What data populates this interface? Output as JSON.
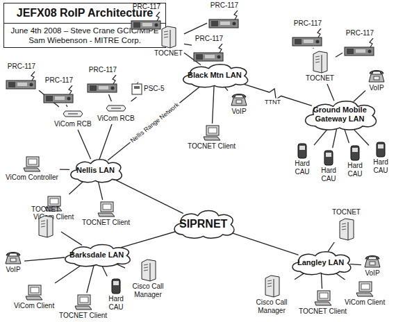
{
  "diagram": {
    "title": "JEFX08 RoIP Architecture",
    "nodes": [
      {
        "text": [
          "Nellis LAN"
        ]
      },
      {
        "text": [
          "Black Mtn LAN"
        ]
      },
      {
        "text": [
          "Ground Mobile Gateway LAN"
        ]
      },
      {
        "text": [
          "SIPRNET"
        ]
      },
      {
        "text": [
          "Barksdale LAN"
        ]
      },
      {
        "text": [
          "Langley LAN"
        ]
      },
      {
        "text": [
          "PRC-117"
        ]
      },
      {
        "text": [
          "PRC-117"
        ]
      },
      {
        "text": [
          "PRC-117"
        ]
      },
      {
        "text": [
          "ViCom RCB"
        ]
      },
      {
        "text": [
          "ViCom RCB"
        ]
      },
      {
        "text": [
          "PSC-5"
        ]
      },
      {
        "text": [
          "ViCom Controller"
        ]
      },
      {
        "text": [
          "ViCom Client"
        ]
      },
      {
        "text": [
          "TOCNET Client"
        ]
      },
      {
        "text": [
          "PRC-117"
        ]
      },
      {
        "text": [
          "PRC-117"
        ]
      },
      {
        "text": [
          "PRC-117"
        ]
      },
      {
        "text": [
          "TOCNET"
        ]
      },
      {
        "text": [
          "VoIP"
        ]
      },
      {
        "text": [
          "TOCNET Client"
        ]
      },
      {
        "text": [
          "PRC-117"
        ]
      },
      {
        "text": [
          "PRC-117"
        ]
      },
      {
        "text": [
          "TOCNET"
        ]
      },
      {
        "text": [
          "VoIP"
        ]
      },
      {
        "text": [
          "Hard CAU"
        ]
      },
      {
        "text": [
          "Hard CAU"
        ]
      },
      {
        "text": [
          "Hard CAU"
        ]
      },
      {
        "text": [
          "Hard CAU"
        ]
      },
      {
        "text": [
          "TOCNET"
        ]
      },
      {
        "text": [
          "VoIP"
        ]
      },
      {
        "text": [
          "ViCom Client"
        ]
      },
      {
        "text": [
          "TOCNET Client"
        ]
      },
      {
        "text": [
          "Hard CAU"
        ]
      },
      {
        "text": [
          "Cisco Call Manager"
        ]
      },
      {
        "text": [
          "TOCNET"
        ]
      },
      {
        "text": [
          "Cisco Call Manager"
        ]
      },
      {
        "text": [
          "VoIP"
        ]
      },
      {
        "text": [
          "ViCom Client"
        ]
      },
      {
        "text": [
          "TOCNET Client"
        ]
      }
    ],
    "edges": [
      {
        "from": 0,
        "to": 1,
        "label": "Nellis Range Network",
        "arrow": "none"
      },
      {
        "from": 1,
        "to": 2,
        "label": "TTNT",
        "arrow": "none"
      },
      {
        "from": 0,
        "to": 3,
        "arrow": "none"
      },
      {
        "from": 3,
        "to": 4,
        "arrow": "none"
      },
      {
        "from": 3,
        "to": 5,
        "arrow": "none"
      },
      {
        "from": 6,
        "to": 9,
        "arrow": "none"
      },
      {
        "from": 7,
        "to": 9,
        "arrow": "none"
      },
      {
        "from": 8,
        "to": 10,
        "arrow": "none"
      },
      {
        "from": 11,
        "to": 10,
        "arrow": "none"
      },
      {
        "from": 9,
        "to": 0,
        "arrow": "none"
      },
      {
        "from": 10,
        "to": 0,
        "arrow": "none"
      },
      {
        "from": 0,
        "to": 12,
        "arrow": "none"
      },
      {
        "from": 0,
        "to": 13,
        "arrow": "none"
      },
      {
        "from": 0,
        "to": 14,
        "arrow": "none"
      },
      {
        "from": 15,
        "to": 18,
        "arrow": "none"
      },
      {
        "from": 16,
        "to": 18,
        "arrow": "none"
      },
      {
        "from": 17,
        "to": 18,
        "arrow": "none"
      },
      {
        "from": 18,
        "to": 1,
        "arrow": "none"
      },
      {
        "from": 1,
        "to": 19,
        "arrow": "none"
      },
      {
        "from": 1,
        "to": 20,
        "arrow": "none"
      },
      {
        "from": 21,
        "to": 23,
        "arrow": "none"
      },
      {
        "from": 22,
        "to": 23,
        "arrow": "none"
      },
      {
        "from": 23,
        "to": 2,
        "arrow": "none"
      },
      {
        "from": 2,
        "to": 24,
        "arrow": "none"
      },
      {
        "from": 2,
        "to": 25,
        "arrow": "none"
      },
      {
        "from": 2,
        "to": 26,
        "arrow": "none"
      },
      {
        "from": 2,
        "to": 27,
        "arrow": "none"
      },
      {
        "from": 2,
        "to": 28,
        "arrow": "none"
      },
      {
        "from": 4,
        "to": 29,
        "arrow": "none"
      },
      {
        "from": 4,
        "to": 30,
        "arrow": "none"
      },
      {
        "from": 4,
        "to": 31,
        "arrow": "none"
      },
      {
        "from": 4,
        "to": 32,
        "arrow": "none"
      },
      {
        "from": 4,
        "to": 33,
        "arrow": "none"
      },
      {
        "from": 4,
        "to": 34,
        "arrow": "none"
      },
      {
        "from": 5,
        "to": 35,
        "arrow": "none"
      },
      {
        "from": 5,
        "to": 36,
        "arrow": "none"
      },
      {
        "from": 5,
        "to": 37,
        "arrow": "none"
      },
      {
        "from": 5,
        "to": 38,
        "arrow": "none"
      },
      {
        "from": 5,
        "to": 39,
        "arrow": "none"
      }
    ],
    "labels": [
      "June 4th 2008 – Steve Crane GCIC/MIPE Sam Wiebenson - MITRE Corp."
    ]
  }
}
